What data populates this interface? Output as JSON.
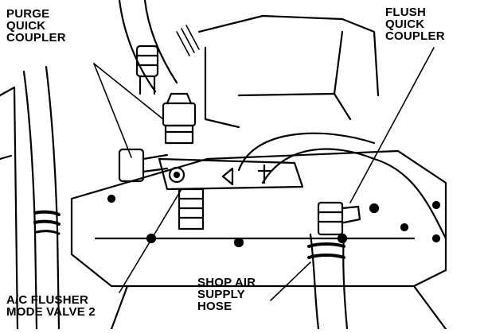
{
  "colors": {
    "ink": "#000000",
    "paper": "#ffffff"
  },
  "labels": {
    "purge": [
      "PURGE",
      "QUICK",
      "COUPLER"
    ],
    "flush": [
      "FLUSH",
      "QUICK",
      "COUPLER"
    ],
    "valve": [
      "A/C FLUSHER",
      "MODE VALVE 2"
    ],
    "shop_air": [
      "SHOP AIR",
      "SUPPLY",
      "HOSE"
    ]
  }
}
